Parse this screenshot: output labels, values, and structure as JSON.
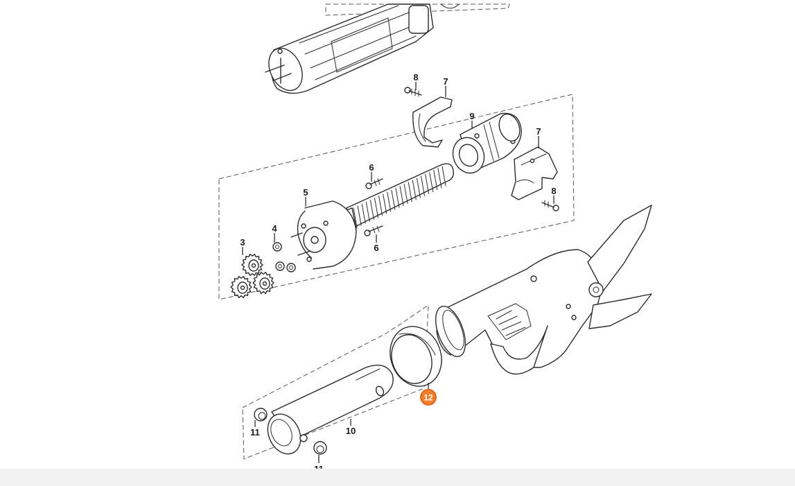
{
  "parts": [
    {
      "key": "p3",
      "label": "3"
    },
    {
      "key": "p4",
      "label": "4"
    },
    {
      "key": "p5",
      "label": "5"
    },
    {
      "key": "p6a",
      "label": "6"
    },
    {
      "key": "p6b",
      "label": "6"
    },
    {
      "key": "p7a",
      "label": "7"
    },
    {
      "key": "p7b",
      "label": "7"
    },
    {
      "key": "p8a",
      "label": "8"
    },
    {
      "key": "p8b",
      "label": "8"
    },
    {
      "key": "p9",
      "label": "9"
    },
    {
      "key": "p10",
      "label": "10"
    },
    {
      "key": "p11a",
      "label": "11"
    },
    {
      "key": "p11b",
      "label": "11"
    },
    {
      "key": "p12",
      "label": "12",
      "highlighted": true
    }
  ],
  "colors": {
    "highlight_fill": "#f07f2a",
    "highlight_ring": "#e2661a",
    "line": "#2a2a2a"
  }
}
